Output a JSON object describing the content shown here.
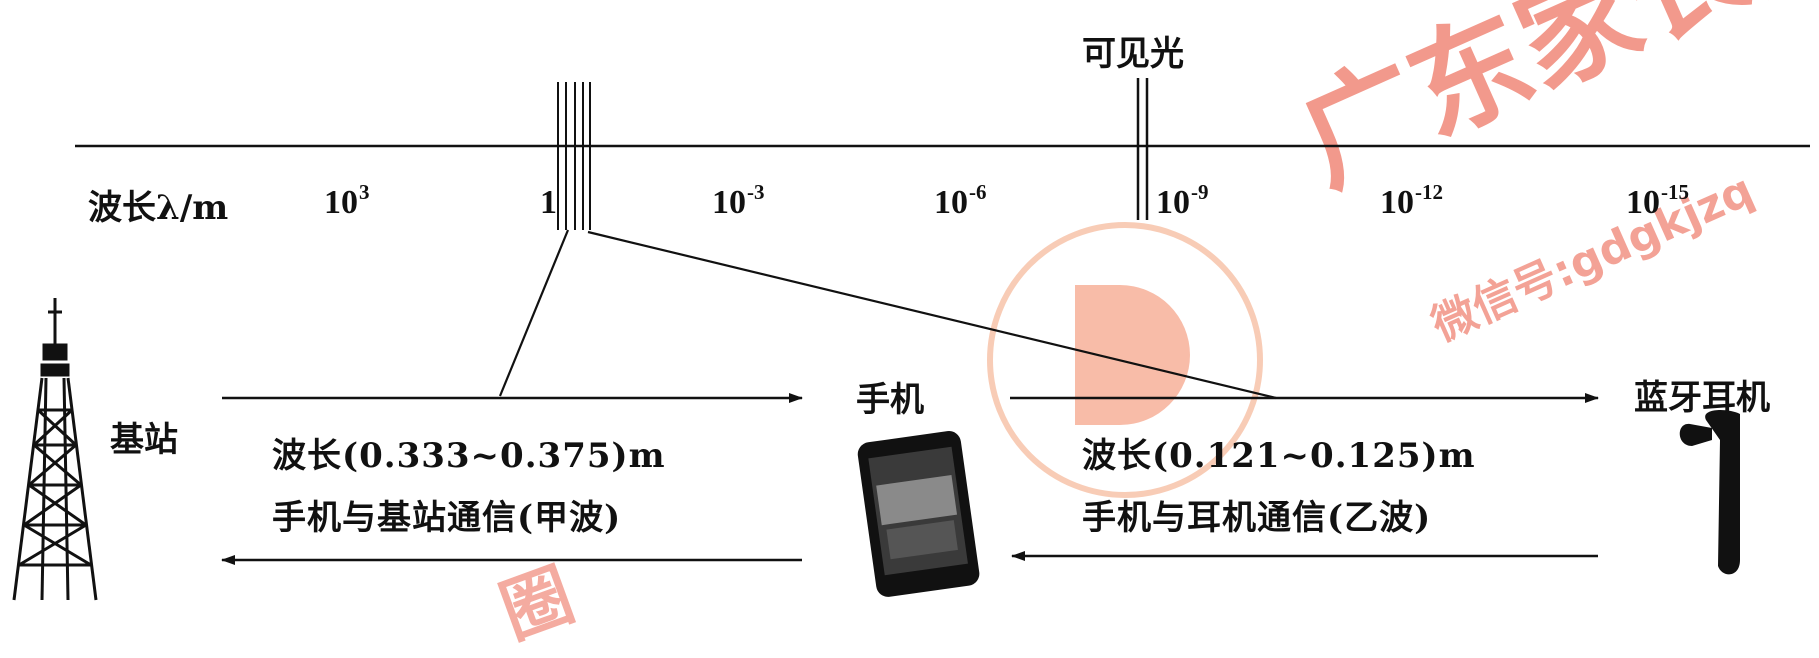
{
  "spectrum": {
    "axis_label": "波长λ/m",
    "visible_label": "可见光",
    "ticks": [
      {
        "base": "10",
        "exp": "3"
      },
      {
        "base": "1",
        "exp": ""
      },
      {
        "base": "10",
        "exp": "-3"
      },
      {
        "base": "10",
        "exp": "-6"
      },
      {
        "base": "10",
        "exp": "-9"
      },
      {
        "base": "10",
        "exp": "-12"
      },
      {
        "base": "10",
        "exp": "-15"
      }
    ]
  },
  "devices": {
    "base_station": "基站",
    "phone": "手机",
    "earphone": "蓝牙耳机"
  },
  "wave_a": {
    "wavelength": "波长(0.333~0.375)m",
    "desc": "手机与基站通信(甲波)"
  },
  "wave_b": {
    "wavelength": "波长(0.121~0.125)m",
    "desc": "手机与耳机通信(乙波)"
  },
  "watermark": {
    "brand": "广东家长圈",
    "wechat": "微信号:gdgkjzq"
  },
  "colors": {
    "ink": "#111111",
    "watermark": "#e8472f"
  }
}
